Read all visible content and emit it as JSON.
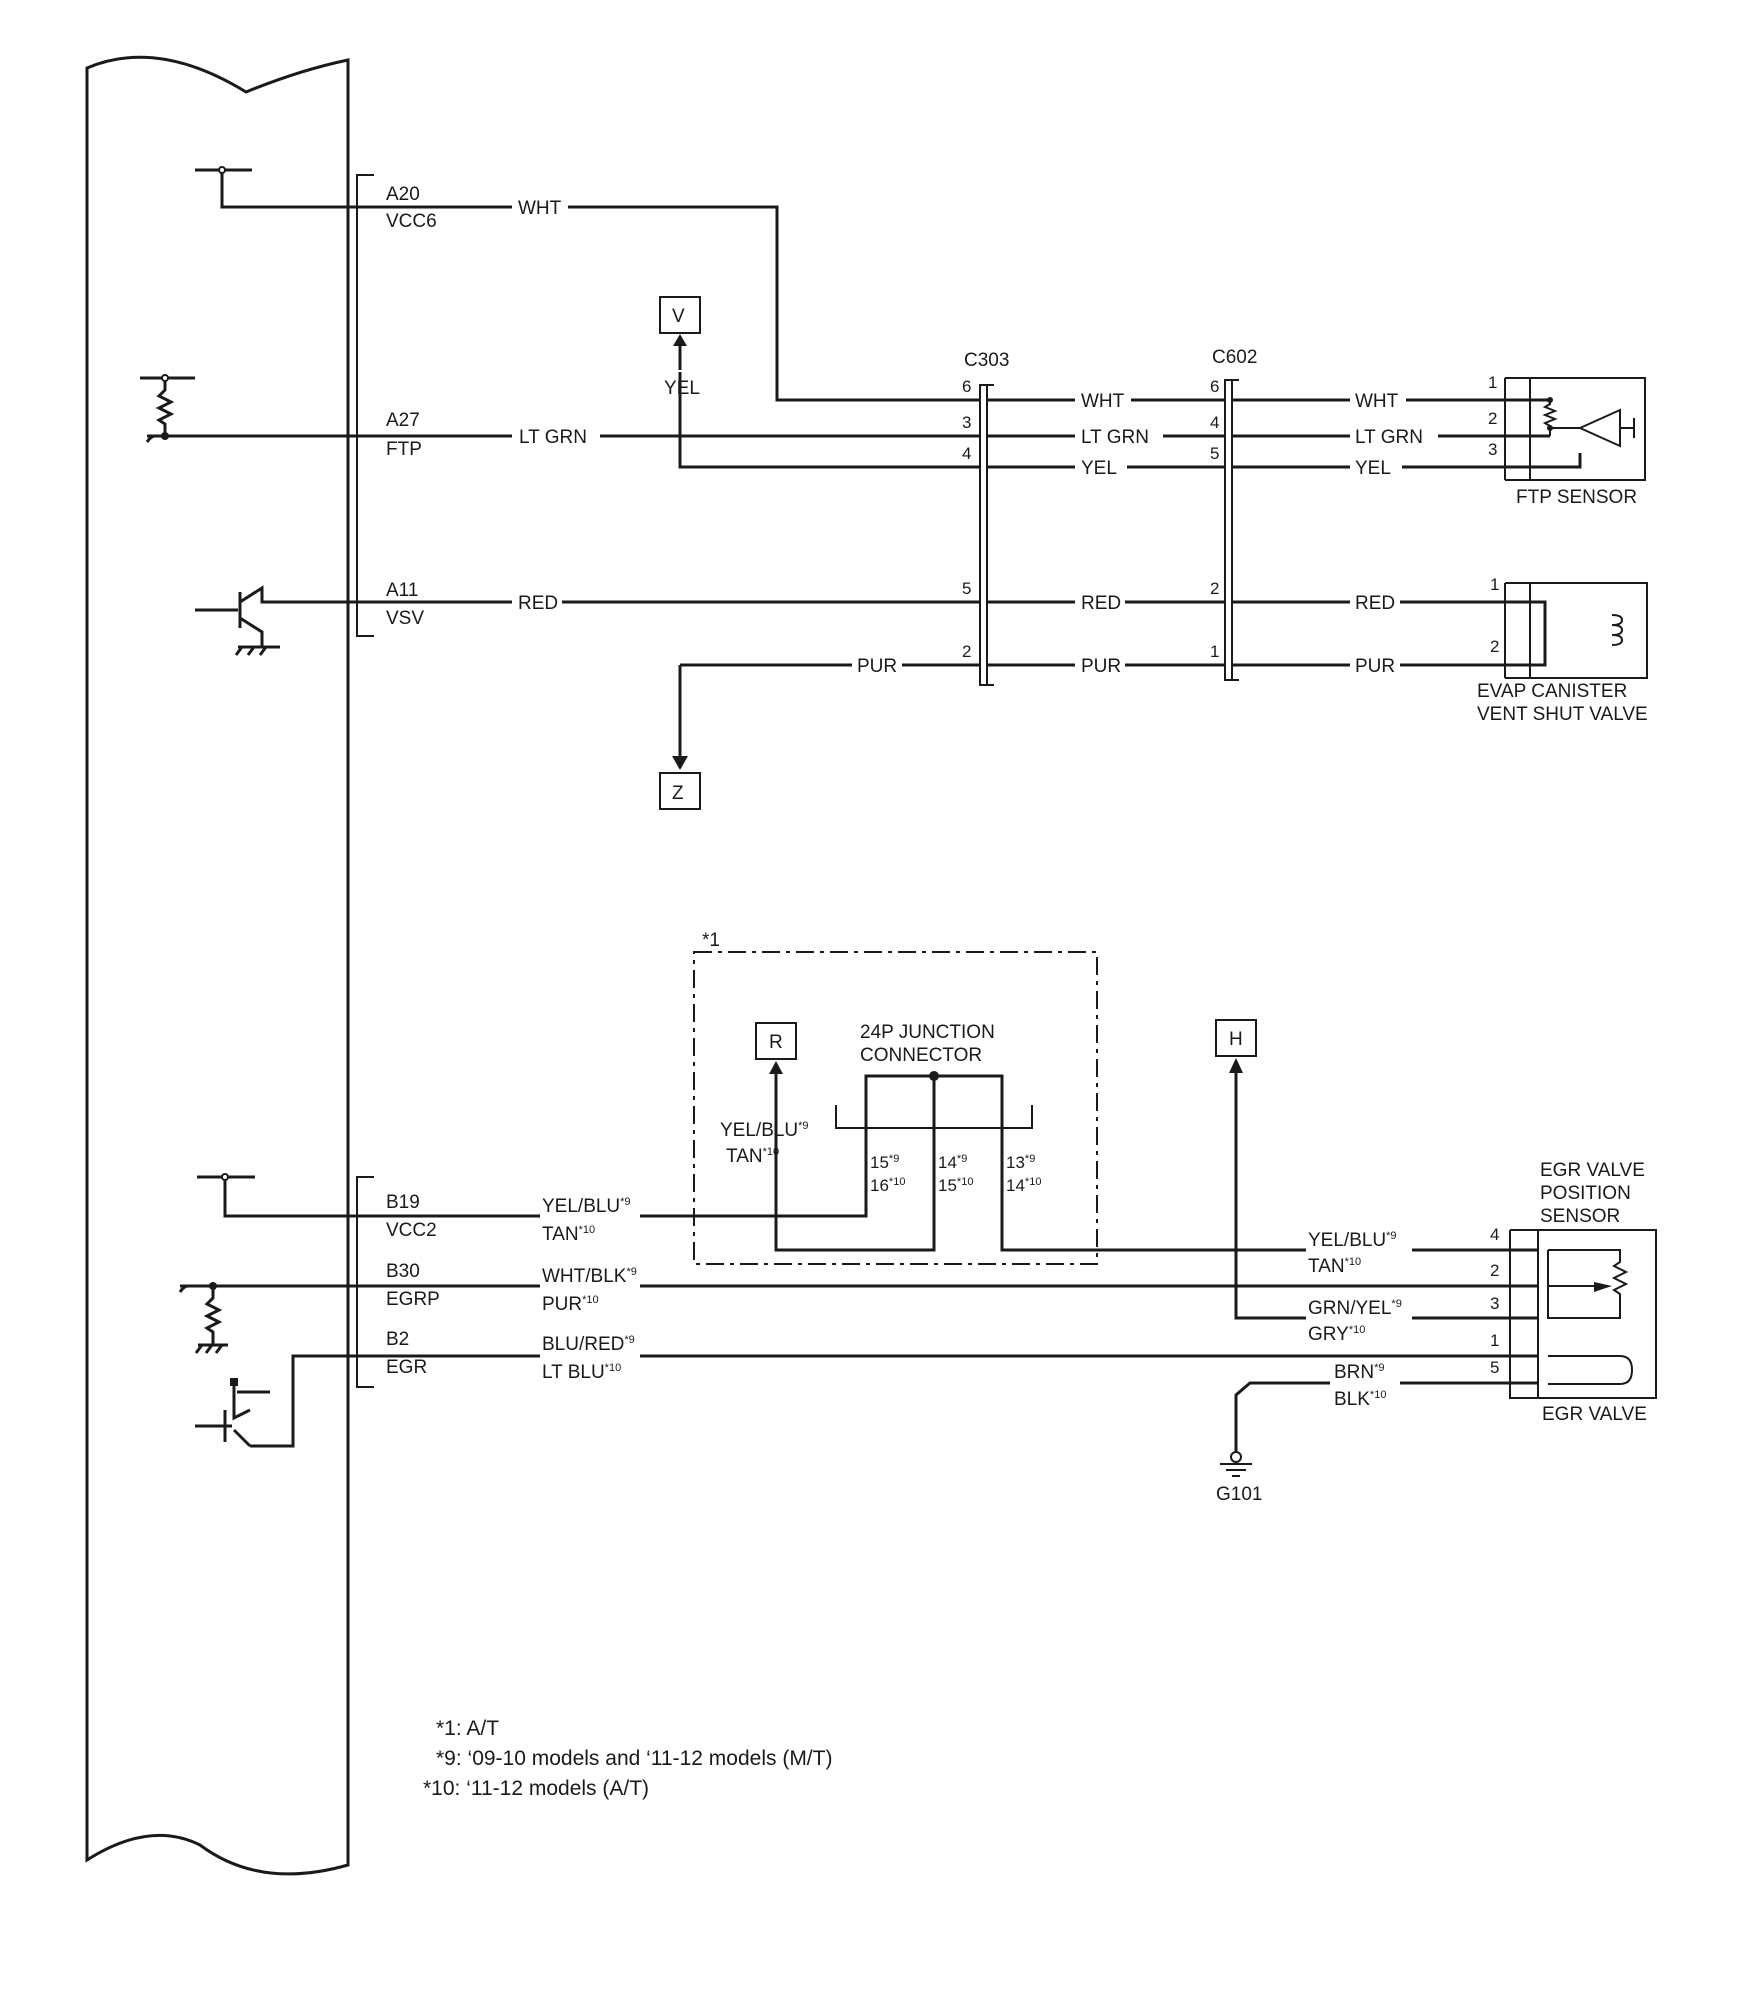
{
  "ecm_pins": [
    {
      "id": "A20",
      "signal": "VCC6"
    },
    {
      "id": "A27",
      "signal": "FTP"
    },
    {
      "id": "A11",
      "signal": "VSV"
    },
    {
      "id": "B19",
      "signal": "VCC2"
    },
    {
      "id": "B30",
      "signal": "EGRP"
    },
    {
      "id": "B2",
      "signal": "EGR"
    }
  ],
  "wire_colors": {
    "wht": "WHT",
    "ltgrn": "LT GRN",
    "yel": "YEL",
    "red": "RED",
    "pur": "PUR"
  },
  "connectors": {
    "c303": {
      "name": "C303",
      "pins": [
        "6",
        "3",
        "4",
        "5",
        "2"
      ]
    },
    "c602": {
      "name": "C602",
      "pins": [
        "6",
        "4",
        "5",
        "2",
        "1"
      ]
    }
  },
  "refs": {
    "v": "V",
    "z": "Z",
    "r": "R",
    "h": "H"
  },
  "components": {
    "ftp_sensor": {
      "name": "FTP SENSOR",
      "pins": [
        "1",
        "2",
        "3"
      ]
    },
    "evap": {
      "name_line1": "EVAP CANISTER",
      "name_line2": "VENT SHUT VALVE",
      "pins": [
        "1",
        "2"
      ]
    },
    "egr_sensor": {
      "name_line1": "EGR VALVE",
      "name_line2": "POSITION",
      "name_line3": "SENSOR",
      "pins": [
        "4",
        "2",
        "3",
        "1",
        "5"
      ]
    },
    "egr_valve": {
      "name": "EGR VALVE"
    }
  },
  "junction": {
    "label": "*1",
    "name_line1": "24P JUNCTION",
    "name_line2": "CONNECTOR",
    "pins": [
      {
        "a": "15",
        "a_sup": "*9",
        "b": "16",
        "b_sup": "*10"
      },
      {
        "a": "14",
        "a_sup": "*9",
        "b": "15",
        "b_sup": "*10"
      },
      {
        "a": "13",
        "a_sup": "*9",
        "b": "14",
        "b_sup": "*10"
      }
    ]
  },
  "dual_wires": {
    "b19": {
      "a": "YEL/BLU",
      "a_sup": "*9",
      "b": "TAN",
      "b_sup": "*10"
    },
    "b30": {
      "a": "WHT/BLK",
      "a_sup": "*9",
      "b": "PUR",
      "b_sup": "*10"
    },
    "b2": {
      "a": "BLU/RED",
      "a_sup": "*9",
      "b": "LT BLU",
      "b_sup": "*10"
    },
    "r_branch": {
      "a": "YEL/BLU",
      "a_sup": "*9",
      "b": "TAN",
      "b_sup": "*10"
    },
    "egr_pin4": {
      "a": "YEL/BLU",
      "a_sup": "*9",
      "b": "TAN",
      "b_sup": "*10"
    },
    "egr_pin3": {
      "a": "GRN/YEL",
      "a_sup": "*9",
      "b": "GRY",
      "b_sup": "*10"
    },
    "egr_pin5": {
      "a": "BRN",
      "a_sup": "*9",
      "b": "BLK",
      "b_sup": "*10"
    }
  },
  "ground": "G101",
  "notes": [
    {
      "mark": "*1",
      "text": ": A/T"
    },
    {
      "mark": "*9",
      "text": ": ‘09-10 models and ‘11-12 models (M/T)"
    },
    {
      "mark": "*10",
      "text": ": ‘11-12 models (A/T)"
    }
  ]
}
